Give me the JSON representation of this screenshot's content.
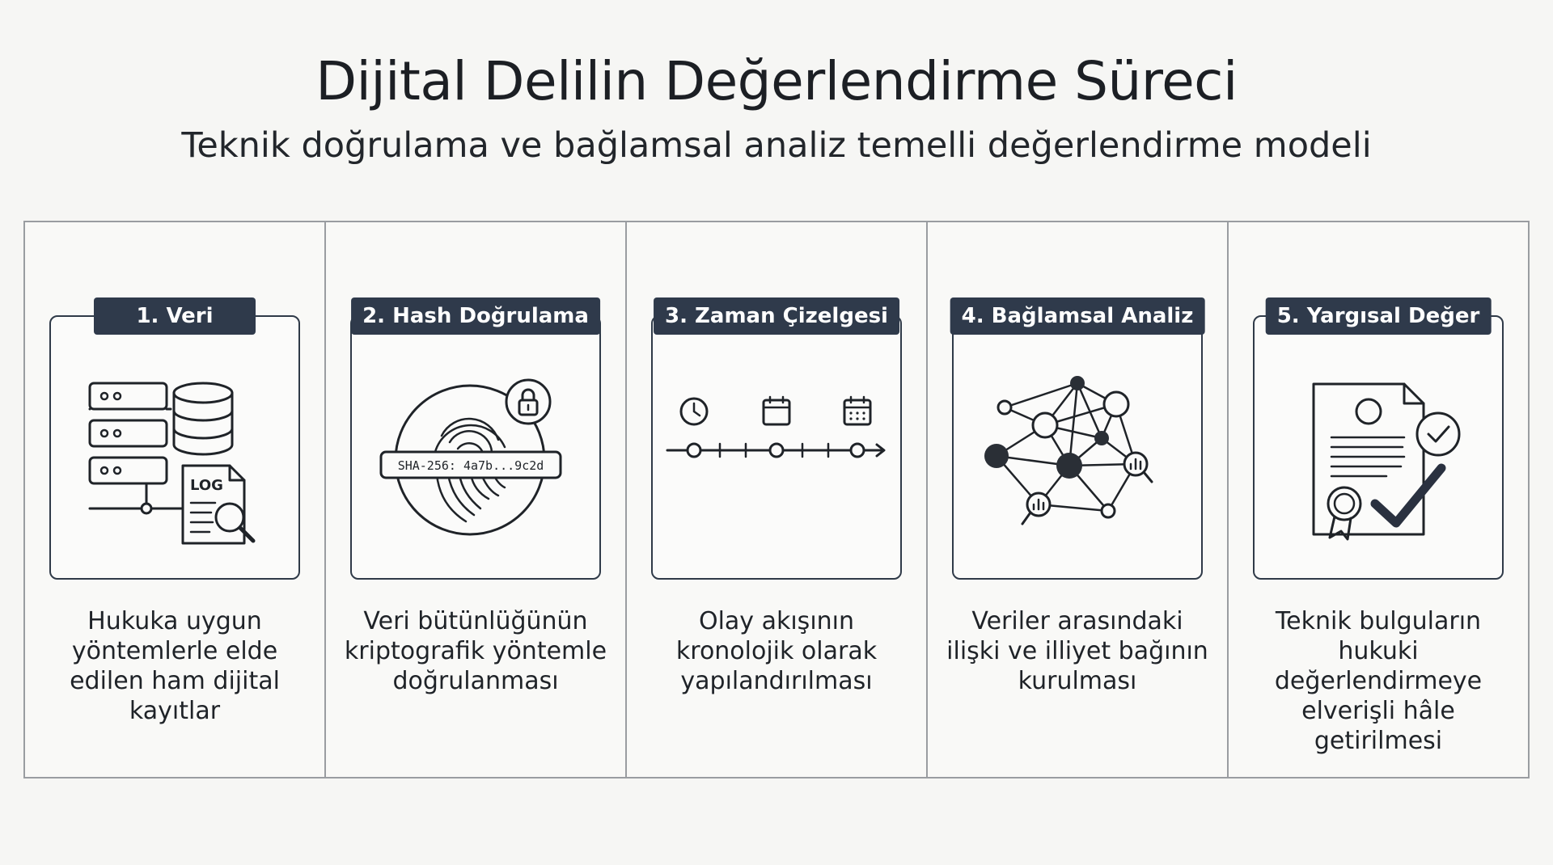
{
  "title": "Dijital Delilin Değerlendirme Süreci",
  "subtitle": "Teknik doğrulama ve bağlamsal analiz temelli değerlendirme modeli",
  "steps": [
    {
      "label": "1. Veri",
      "icon": "server-database-log-icon",
      "icon_text": "LOG",
      "description": "Hukuka uygun yöntemlerle elde edilen ham dijital kayıtlar"
    },
    {
      "label": "2. Hash Doğrulama",
      "icon": "fingerprint-lock-icon",
      "icon_text": "SHA-256: 4a7b...9c2d",
      "description": "Veri bütünlüğünün kriptografik yöntemle doğrulanması"
    },
    {
      "label": "3. Zaman Çizelgesi",
      "icon": "timeline-icon",
      "description": "Olay akışının kronolojik olarak yapılandırılması"
    },
    {
      "label": "4. Bağlamsal Analiz",
      "icon": "network-graph-icon",
      "description": "Veriler arasındaki ilişki ve illiyet bağının kurulması"
    },
    {
      "label": "5. Yargısal Değer",
      "icon": "certified-document-check-icon",
      "description": "Teknik bulguların hukuki değerlendirmeye elverişli hâle getirilmesi"
    }
  ],
  "colors": {
    "background": "#f6f6f4",
    "tag_background": "#2f3a4b",
    "line": "#1f2328",
    "border": "#9a9da1"
  }
}
